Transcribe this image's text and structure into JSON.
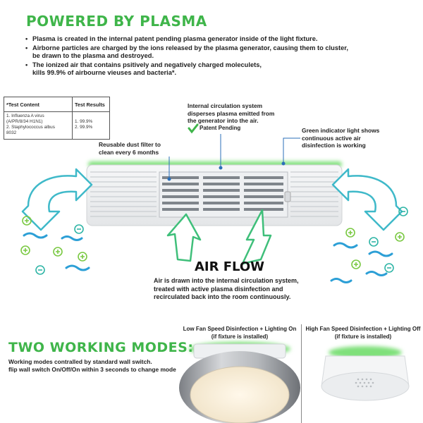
{
  "header": {
    "title": "POWERED BY PLASMA",
    "bullets": [
      [
        "Plasma is created in the internal patent pending plasma generator inside of the light fixture."
      ],
      [
        "Airborne particles are charged by the ions released by the plasma generator, causing them to cluster,",
        "be drawn to the plasma and destroyed."
      ],
      [
        "The ionized air that contains psitively and negatively charged moleculets,",
        "kills 99.9% of airbourne vieuses and bacteria*."
      ]
    ]
  },
  "test_table": {
    "headers": [
      "*Test Content",
      "Test Results"
    ],
    "content_lines": [
      "1. Influenza A virus",
      "(A/PR/8/34 H1N1)",
      "2. Staphylococcus albus",
      "8032"
    ],
    "result_lines": [
      "1. 99.9%",
      "2. 99.9%"
    ]
  },
  "callouts": {
    "circulation": [
      "Internal circulation system",
      "disperses plasma emitted from",
      "the generator into the air."
    ],
    "patent": "Patent Pending",
    "filter": [
      "Reusable dust filter to",
      "clean every 6 months"
    ],
    "indicator": [
      "Green indicator light shows",
      "continuous active air",
      "disinfection is working"
    ]
  },
  "airflow": {
    "title": "AIR FLOW",
    "desc": [
      "Air is drawn into the internal circulation system,",
      "treated with active plasma disinfection and",
      "recirculated back into the room continuously."
    ]
  },
  "modes": {
    "title": "TWO WORKING MODES:",
    "desc": [
      "Working modes contralled by standard wall switch.",
      "flip wall switch On/Off/On within 3 seconds to change mode"
    ],
    "low": [
      "Low Fan Speed Disinfection + Lighting On",
      "(if fixture is installed)"
    ],
    "high": [
      "High Fan Speed Disinfection + Lighting Off",
      "(if fixture is installed)"
    ]
  },
  "colors": {
    "brand_green": "#3fb54a",
    "glow_green": "#7fe07a",
    "wave_blue": "#2c9fd6",
    "arrow_teal": "#3fb9c9",
    "plus_green": "#7ac943",
    "minus_teal": "#2fb5a6"
  },
  "icons": [
    "check-icon",
    "plus-ion-icon",
    "minus-ion-icon",
    "wave-icon",
    "curved-arrow-icon",
    "up-arrow-icon"
  ]
}
